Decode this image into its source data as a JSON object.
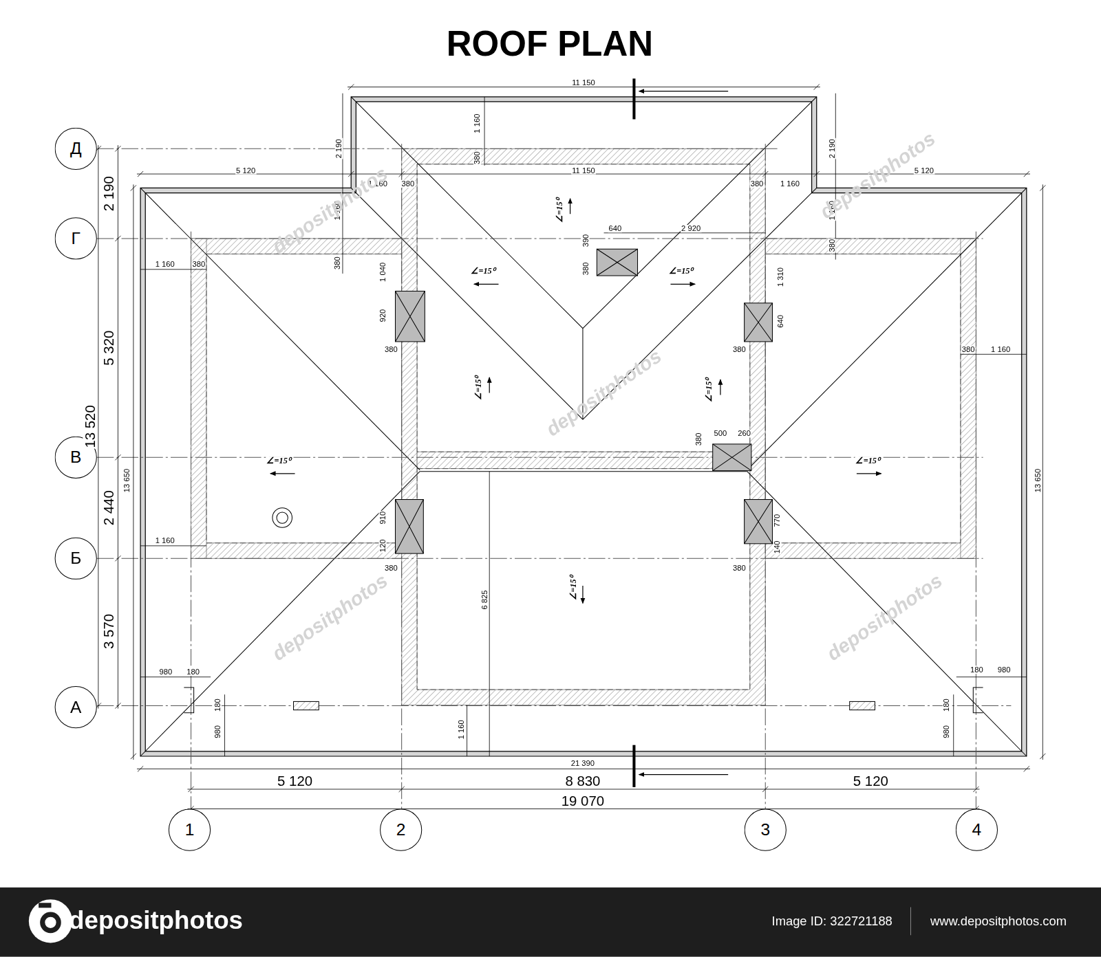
{
  "diagram": {
    "title": "ROOF PLAN",
    "nodes": [
      {
        "text": [
          "Д"
        ]
      },
      {
        "text": [
          "Г"
        ]
      },
      {
        "text": [
          "В"
        ]
      },
      {
        "text": [
          "Б"
        ]
      },
      {
        "text": [
          "А"
        ]
      },
      {
        "text": [
          "1"
        ]
      },
      {
        "text": [
          "2"
        ]
      },
      {
        "text": [
          "3"
        ]
      },
      {
        "text": [
          "4"
        ]
      }
    ],
    "labels": [
      "11 150",
      "1 160",
      "380",
      "2 190",
      "2 190",
      "5 120",
      "11 150",
      "5 120",
      "1 160",
      "380",
      "380",
      "1 160",
      "1 160",
      "380",
      "1 160",
      "380",
      "2 190",
      "5 320",
      "13 520",
      "2 440",
      "3 570",
      "640",
      "2 920",
      "390",
      "380",
      "1 160",
      "380",
      "1 040",
      "920",
      "380",
      "1 310",
      "640",
      "380",
      "380",
      "1 160",
      "∠=15⁰",
      "∠=15⁰",
      "∠=15⁰",
      "∠=15⁰",
      "∠=15⁰",
      "∠=15⁰",
      "∠=15⁰",
      "∠=15⁰",
      "380",
      "500",
      "260",
      "13 650",
      "13 650",
      "910",
      "120",
      "380",
      "770",
      "140",
      "380",
      "1 160",
      "6 825",
      "980",
      "180",
      "180",
      "980",
      "180",
      "980",
      "1 160",
      "180",
      "980",
      "21 390",
      "5 120",
      "8 830",
      "5 120",
      "19 070",
      "depositphotos",
      "Image ID: 322721188",
      "www.depositphotos.com",
      "depositphotos",
      "depositphotos",
      "depositphotos",
      "depositphotos",
      "depositphotos"
    ]
  }
}
